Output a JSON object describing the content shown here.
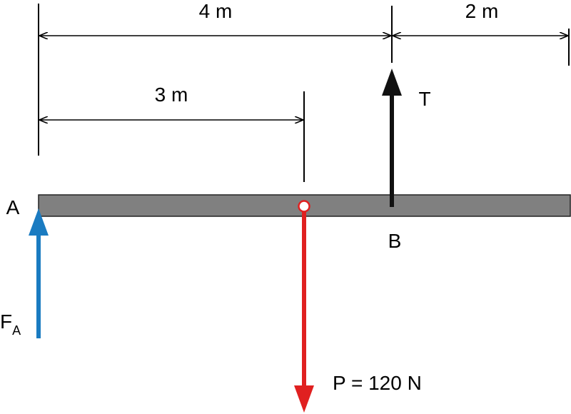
{
  "labels": {
    "dim_4m": "4 m",
    "dim_2m": "2 m",
    "dim_3m": "3 m",
    "point_a": "A",
    "point_b": "B",
    "force_t": "T",
    "force_fa_main": "F",
    "force_fa_sub": "A",
    "force_p": "P = 120 N"
  },
  "colors": {
    "beam_fill": "#808080",
    "beam_stroke": "#222222",
    "tension": "#111111",
    "reaction": "#1a7bc1",
    "load": "#e02020",
    "dimension": "#000000"
  }
}
